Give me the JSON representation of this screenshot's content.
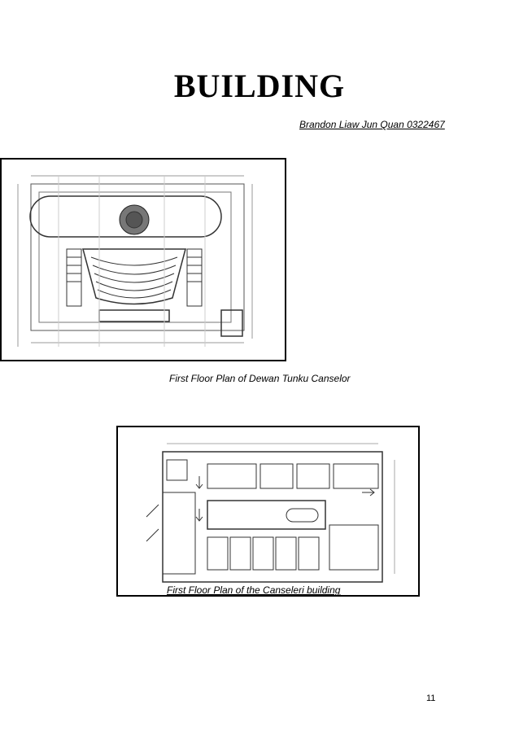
{
  "page": {
    "title": "BUILDING",
    "author": "Brandon Liaw Jun Quan 0322467",
    "page_number": "11"
  },
  "figures": [
    {
      "caption": "First Floor Plan of Dewan Tunku Canselor"
    },
    {
      "caption": "First Floor Plan of the Canseleri building"
    }
  ]
}
